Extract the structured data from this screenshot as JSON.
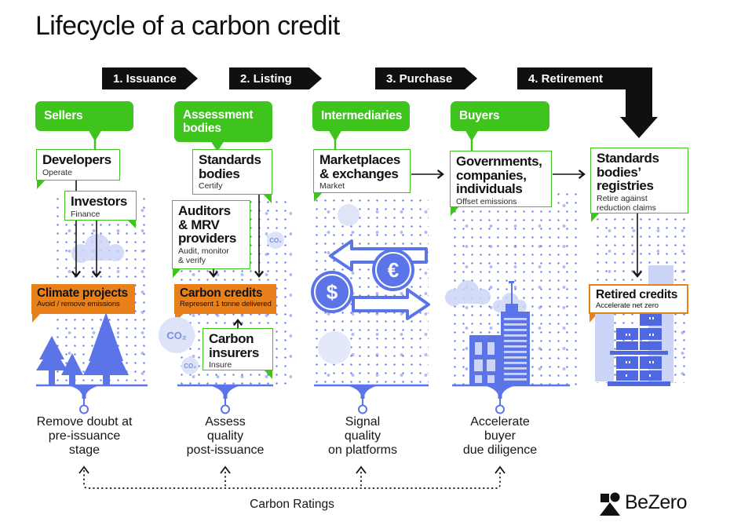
{
  "title": "Lifecycle of a carbon credit",
  "stages": {
    "issuance": "1. Issuance",
    "listing": "2. Listing",
    "purchase": "3. Purchase",
    "retirement": "4. Retirement"
  },
  "headers": {
    "sellers": "Sellers",
    "assessment": "Assessment\nbodies",
    "intermediaries": "Intermediaries",
    "buyers": "Buyers"
  },
  "boxes": {
    "developers": {
      "title": "Developers",
      "subtitle": "Operate"
    },
    "investors": {
      "title": "Investors",
      "subtitle": "Finance"
    },
    "standards_bodies": {
      "title": "Standards\nbodies",
      "subtitle": "Certify"
    },
    "auditors": {
      "title": "Auditors\n& MRV\nproviders",
      "subtitle": "Audit, monitor\n& verify"
    },
    "marketplaces": {
      "title": "Marketplaces\n& exchanges",
      "subtitle": "Market"
    },
    "buyers_group": {
      "title": "Governments,\ncompanies,\nindividuals",
      "subtitle": "Offset emissions"
    },
    "registries": {
      "title": "Standards\nbodies’\nregistries",
      "subtitle": "Retire against\nreduction claims"
    },
    "carbon_insurers": {
      "title": "Carbon\ninsurers",
      "subtitle": "Insure"
    },
    "climate_projects": {
      "title": "Climate projects",
      "subtitle": "Avoid / remove emissions"
    },
    "carbon_credits": {
      "title": "Carbon credits",
      "subtitle": "Represent 1 tonne delivered"
    },
    "retired_credits": {
      "title": "Retired credits",
      "subtitle": "Accelerate net zero"
    }
  },
  "takeaways": {
    "sellers": "Remove doubt at\npre-issuance\nstage",
    "assessment": "Assess\nquality\npost-issuance",
    "intermediaries": "Signal\nquality\non platforms",
    "buyers": "Accelerate\nbuyer\ndue diligence"
  },
  "footer": {
    "ratings": "Carbon Ratings",
    "brand": "BeZero"
  },
  "icons": {
    "co2": "CO₂",
    "euro": "€",
    "dollar": "$"
  },
  "colors": {
    "green": "#3ec41d",
    "orange": "#e8811b",
    "blue": "#5b74e8",
    "light_blue": "#ccd5f7",
    "black": "#101010"
  }
}
